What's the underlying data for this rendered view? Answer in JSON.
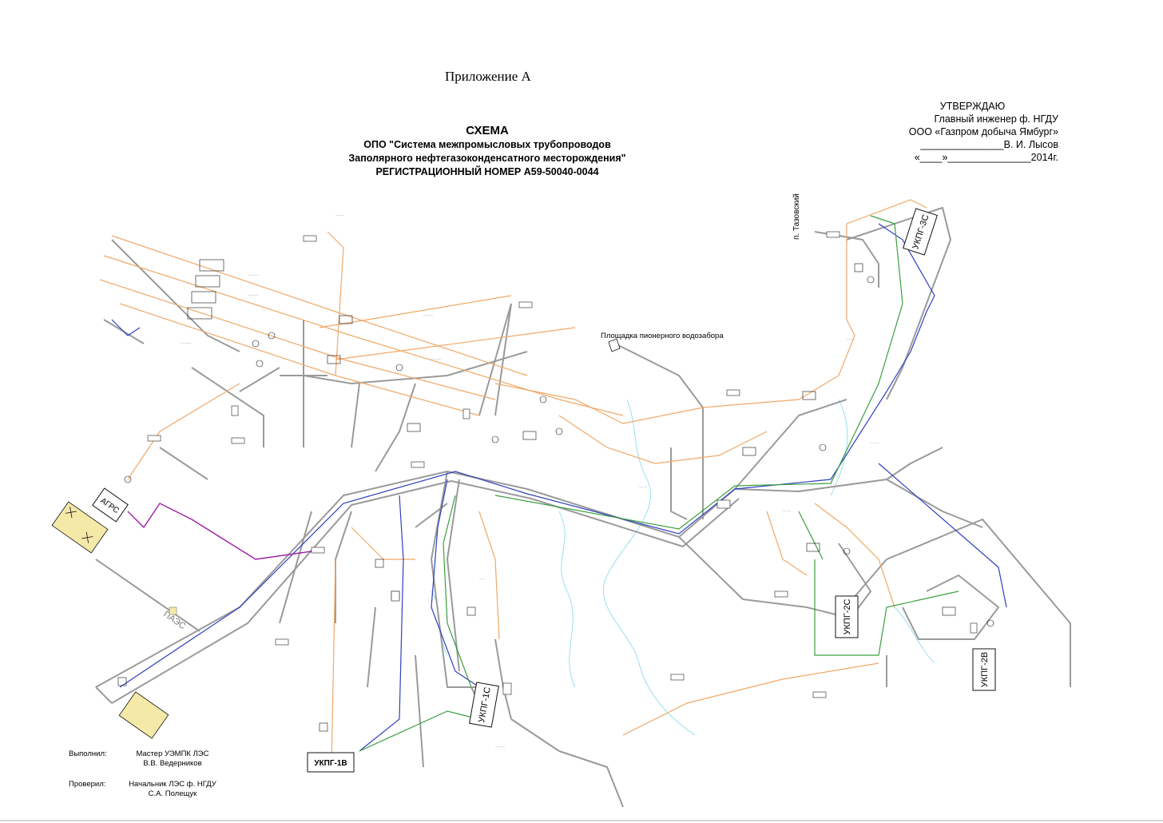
{
  "header": {
    "appendix": "Приложение А",
    "title_lines": [
      "СХЕМА",
      "ОПО \"Система межпромысловых трубопроводов",
      "Заполярного нефтегазоконденсатного месторождения\"",
      "РЕГИСТРАЦИОННЫЙ НОМЕР А59-50040-0044"
    ]
  },
  "approval": {
    "title": "УТВЕРЖДАЮ",
    "position": "Главный инженер ф. НГДУ",
    "company": "ООО «Газпром добыча Ямбург»",
    "signature_line": "_______________В. И. Лысов",
    "date_line": "«____»_______________2014г."
  },
  "signatures": [
    {
      "label": "Выполнил:",
      "role": "Мастер УЭМПК ЛЭС",
      "name": "В.В. Ведерников"
    },
    {
      "label": "Проверил:",
      "role": "Начальник ЛЭС ф. НГДУ",
      "name": "С.А. Полещук"
    }
  ],
  "map_labels": {
    "pioneer": "Площадка пионерного водозабора",
    "road_taz": "п. Тазовский",
    "agrs": "АГРС",
    "paes": "ПАЭС",
    "ukpg_3s": "УКПГ-3С",
    "ukpg_2s": "УКПГ-2С",
    "ukpg_2v": "УКПГ-2В",
    "ukpg_1s": "УКПГ-1С",
    "ukpg_1v": "УКПГ-1В"
  },
  "colors": {
    "road": "#9a9a9a",
    "pipe_orange": "#f0a868",
    "pipe_blue": "#3040c0",
    "pipe_green": "#3aa040",
    "pipe_purple": "#a020a0",
    "river": "#7fd8ea"
  }
}
